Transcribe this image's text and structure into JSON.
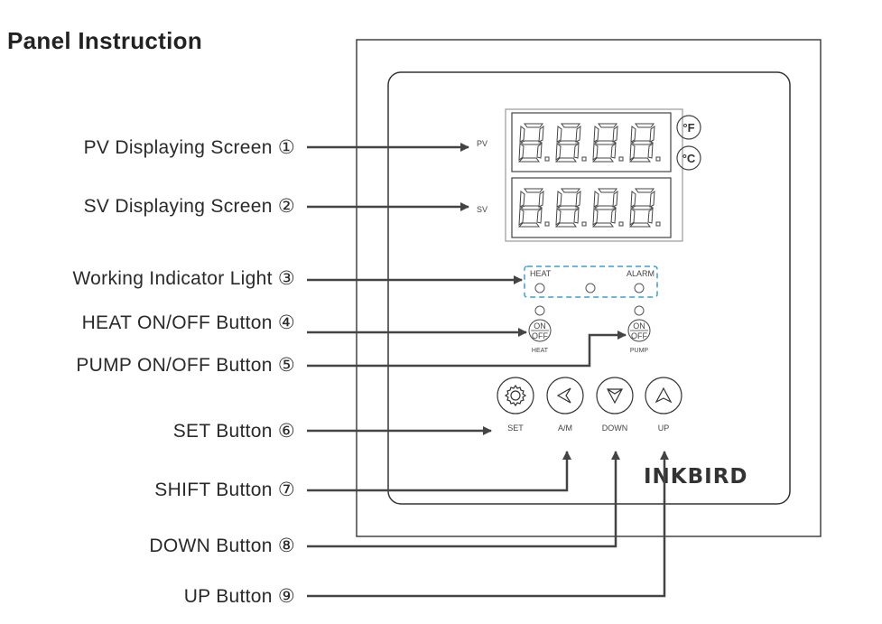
{
  "title": "Panel Instruction",
  "callouts": [
    {
      "label": "PV Displaying Screen ①"
    },
    {
      "label": "SV Displaying Screen ②"
    },
    {
      "label": "Working Indicator Light ③"
    },
    {
      "label": "HEAT ON/OFF Button ④"
    },
    {
      "label": "PUMP ON/OFF Button ⑤"
    },
    {
      "label": "SET Button ⑥"
    },
    {
      "label": "SHIFT Button ⑦"
    },
    {
      "label": "DOWN Button ⑧"
    },
    {
      "label": "UP Button ⑨"
    }
  ],
  "panel": {
    "pv_label": "PV",
    "sv_label": "SV",
    "pv_digits": "8.8.8.8.",
    "sv_digits": "8.8.8.8.",
    "unit_f": "°F",
    "unit_c": "°C",
    "indicators": {
      "heat": "HEAT",
      "alarm": "ALARM"
    },
    "switches": {
      "on": "ON",
      "off": "OFF",
      "heat": "HEAT",
      "pump": "PUMP"
    },
    "buttons": {
      "set": "SET",
      "am": "A/M",
      "down": "DOWN",
      "up": "UP"
    },
    "brand": "INKBIRD",
    "indicator_box_color": "#3a9fd8"
  }
}
